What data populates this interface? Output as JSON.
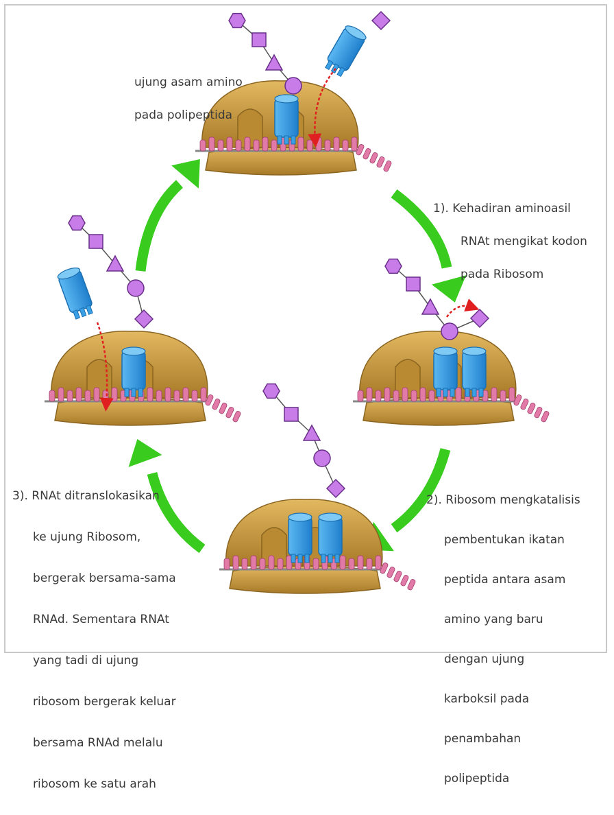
{
  "colors": {
    "ribosome": "#c99a3c",
    "ribosome_dark": "#8a6420",
    "trna": "#3aa0e6",
    "trna_dark": "#1c6fb0",
    "amino_acid": "#c77ce8",
    "amino_acid_stroke": "#6a2f8a",
    "mrna": "#e27aa8",
    "arrow": "#39cc1f",
    "move": "#e02020"
  },
  "labels": {
    "top": [
      "ujung asam amino",
      "pada polipeptida"
    ],
    "step1": [
      "1). Kehadiran aminoasil",
      "RNAt mengikat kodon",
      "pada Ribosom"
    ],
    "step2": [
      "2). Ribosom mengkatalisis",
      "pembentukan ikatan",
      "peptida antara asam",
      "amino yang baru",
      "dengan  ujung",
      "karboksil pada",
      "penambahan",
      "polipeptida"
    ],
    "step3": [
      "3). RNAt ditranslokasikan",
      "ke ujung Ribosom,",
      "bergerak bersama-sama",
      "RNAd. Sementara RNAt",
      "yang tadi di ujung",
      "ribosom bergerak keluar",
      "bersama RNAd melalu",
      "ribosom ke satu arah"
    ]
  }
}
